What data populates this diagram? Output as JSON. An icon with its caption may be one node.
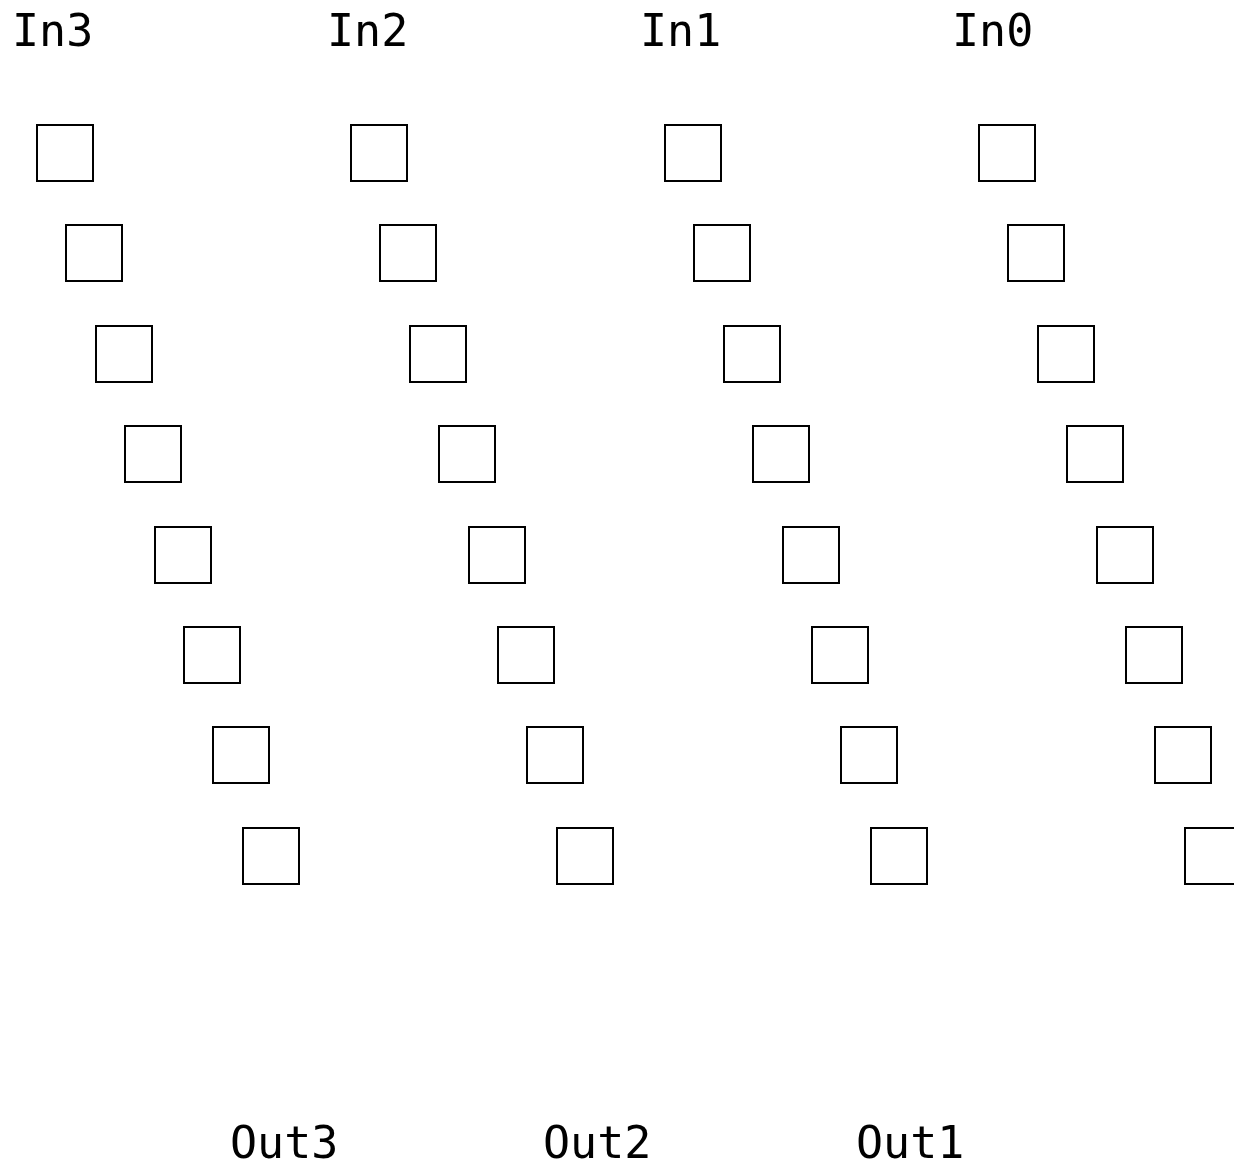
{
  "diagram": {
    "nodes": [
      {
        "text": [],
        "shape": "box"
      },
      {
        "text": [],
        "shape": "box"
      },
      {
        "text": [],
        "shape": "box"
      },
      {
        "text": [],
        "shape": "box"
      },
      {
        "text": [],
        "shape": "box"
      },
      {
        "text": [],
        "shape": "box"
      },
      {
        "text": [],
        "shape": "box"
      },
      {
        "text": [],
        "shape": "box"
      },
      {
        "text": [],
        "shape": "box"
      },
      {
        "text": [],
        "shape": "box"
      },
      {
        "text": [],
        "shape": "box"
      },
      {
        "text": [],
        "shape": "box"
      },
      {
        "text": [],
        "shape": "box"
      },
      {
        "text": [],
        "shape": "box"
      },
      {
        "text": [],
        "shape": "box"
      },
      {
        "text": [],
        "shape": "box"
      },
      {
        "text": [],
        "shape": "box"
      },
      {
        "text": [],
        "shape": "box"
      },
      {
        "text": [],
        "shape": "box"
      },
      {
        "text": [],
        "shape": "box"
      },
      {
        "text": [],
        "shape": "box"
      },
      {
        "text": [],
        "shape": "box"
      },
      {
        "text": [],
        "shape": "box"
      },
      {
        "text": [],
        "shape": "box"
      },
      {
        "text": [],
        "shape": "box"
      },
      {
        "text": [],
        "shape": "box"
      },
      {
        "text": [],
        "shape": "box"
      },
      {
        "text": [],
        "shape": "box"
      },
      {
        "text": [],
        "shape": "box"
      },
      {
        "text": [],
        "shape": "box"
      },
      {
        "text": [],
        "shape": "box"
      },
      {
        "text": [],
        "shape": "box"
      }
    ],
    "edges": [],
    "labels": [
      "In3",
      "In2",
      "In1",
      "In0",
      "Out3",
      "Out2",
      "Out1"
    ]
  }
}
